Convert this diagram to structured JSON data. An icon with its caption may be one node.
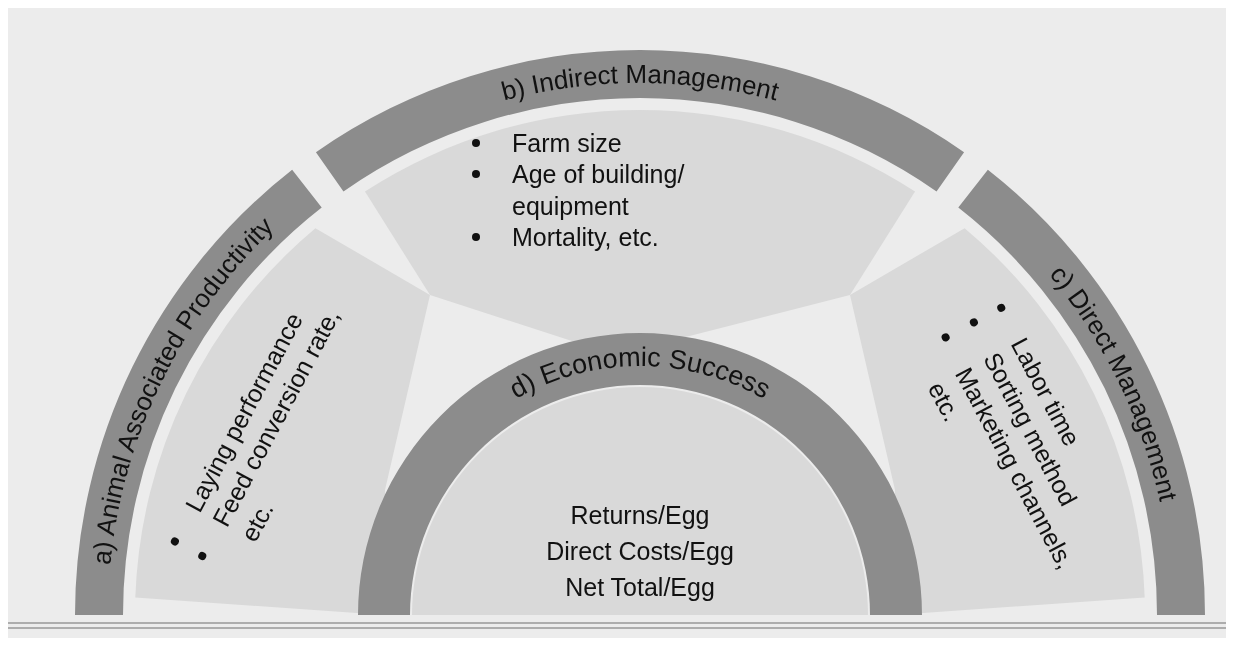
{
  "diagram": {
    "nodes": [
      {
        "text": [
          "a) Animal Associated Productivity",
          "Laying performance",
          "Feed conversion rate, etc."
        ]
      },
      {
        "text": [
          "b) Indirect Management",
          "Farm size",
          "Age of building/ equipment",
          "Mortality, etc."
        ]
      },
      {
        "text": [
          "c) Direct Management",
          "Labor time",
          "Sorting method",
          "Marketing channels, etc."
        ]
      },
      {
        "text": [
          "d) Economic Success",
          "Returns/Egg",
          "Direct Costs/Egg",
          "Net Total/Egg"
        ]
      }
    ]
  }
}
